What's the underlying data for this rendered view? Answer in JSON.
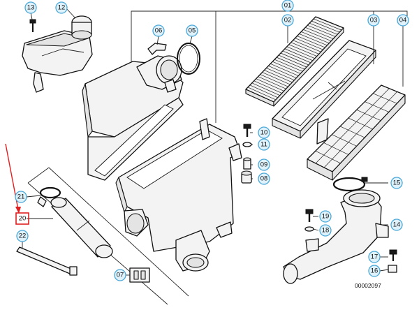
{
  "diagram": {
    "document_number": "00002097",
    "highlighted_callout": "20",
    "accent_colors": {
      "callout_fill": "#dff2fb",
      "callout_stroke": "#4aa8d8",
      "highlight": "#e02020"
    },
    "callouts": [
      {
        "id": "01",
        "label": "01"
      },
      {
        "id": "02",
        "label": "02"
      },
      {
        "id": "03",
        "label": "03"
      },
      {
        "id": "04",
        "label": "04"
      },
      {
        "id": "05",
        "label": "05"
      },
      {
        "id": "06",
        "label": "06"
      },
      {
        "id": "07",
        "label": "07"
      },
      {
        "id": "08",
        "label": "08"
      },
      {
        "id": "09",
        "label": "09"
      },
      {
        "id": "10",
        "label": "10"
      },
      {
        "id": "11",
        "label": "11"
      },
      {
        "id": "12",
        "label": "12"
      },
      {
        "id": "13",
        "label": "13"
      },
      {
        "id": "14",
        "label": "14"
      },
      {
        "id": "15",
        "label": "15"
      },
      {
        "id": "16",
        "label": "16"
      },
      {
        "id": "17",
        "label": "17"
      },
      {
        "id": "18",
        "label": "18"
      },
      {
        "id": "19",
        "label": "19"
      },
      {
        "id": "20",
        "label": "20"
      },
      {
        "id": "21",
        "label": "21"
      },
      {
        "id": "22",
        "label": "22"
      }
    ]
  }
}
